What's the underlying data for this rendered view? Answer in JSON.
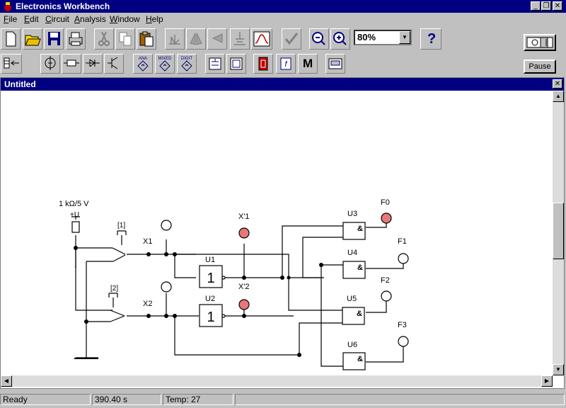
{
  "app": {
    "title": "Electronics Workbench"
  },
  "menu": {
    "items": [
      {
        "label": "File",
        "key": "F",
        "rest": "ile"
      },
      {
        "label": "Edit",
        "key": "E",
        "rest": "dit"
      },
      {
        "label": "Circuit",
        "key": "C",
        "rest": "ircuit"
      },
      {
        "label": "Analysis",
        "key": "A",
        "rest": "nalysis"
      },
      {
        "label": "Window",
        "key": "W",
        "rest": "indow"
      },
      {
        "label": "Help",
        "key": "H",
        "rest": "elp"
      }
    ]
  },
  "toolbar": {
    "zoom_value": "80%",
    "help_label": "?",
    "pause_label": "Pause",
    "parts": {
      "analog": "ANA",
      "mixed": "MIXED",
      "digital": "DIGIT",
      "misc": "M"
    }
  },
  "document": {
    "title": "Untitled"
  },
  "circuit": {
    "source_label": "1 kΩ/5 V",
    "vcc_label": "+U",
    "key1_label": "[1]",
    "key2_label": "[2]",
    "x1_label": "X1",
    "x2_label": "X2",
    "x1n_label": "X'1",
    "x2n_label": "X'2",
    "u1_label": "U1",
    "u2_label": "U2",
    "u3_label": "U3",
    "u4_label": "U4",
    "u5_label": "U5",
    "u6_label": "U6",
    "not_symbol": "1",
    "and_symbol": "&",
    "f0_label": "F0",
    "f1_label": "F1",
    "f2_label": "F2",
    "f3_label": "F3",
    "probe_on_color": "#e87878",
    "probe_off_color": "#ffffff"
  },
  "status": {
    "state": "Ready",
    "time": "390.40 s",
    "temp": "Temp:  27"
  }
}
